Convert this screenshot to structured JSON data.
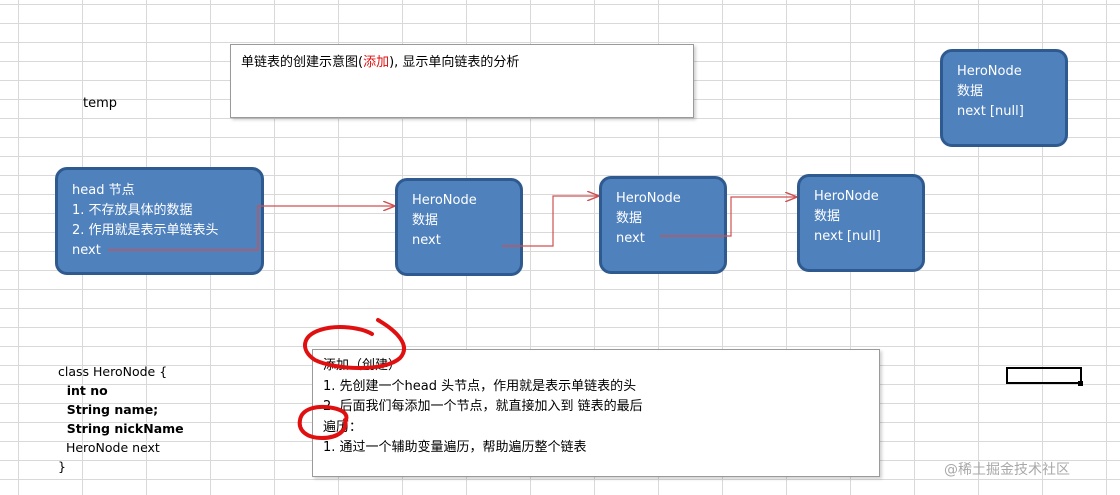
{
  "title_box": {
    "prefix": "单链表的创建示意图(",
    "highlight": "添加",
    "suffix": "), 显示单向链表的分析"
  },
  "temp_label": "temp",
  "head_node": {
    "line1": "head 节点",
    "line2": "1. 不存放具体的数据",
    "line3": "2. 作用就是表示单链表头",
    "line4": "next"
  },
  "nodes": [
    {
      "name": "HeroNode",
      "data": "数据",
      "next": "next"
    },
    {
      "name": "HeroNode",
      "data": "数据",
      "next": "next"
    },
    {
      "name": "HeroNode",
      "data": "数据",
      "next": "next [null]"
    }
  ],
  "standalone_node": {
    "name": "HeroNode",
    "data": "数据",
    "next": "next [null]"
  },
  "class_def": [
    "class HeroNode {",
    "  int no",
    "  String name;",
    "  String nickName",
    "  HeroNode next",
    "}"
  ],
  "notes": {
    "line1": "添加（创建）",
    "line2": "1. 先创建一个head 头节点，作用就是表示单链表的头",
    "line3": "2. 后面我们每添加一个节点，就直接加入到 链表的最后",
    "line4": "遍历：",
    "line5": "1.  通过一个辅助变量遍历，帮助遍历整个链表"
  },
  "watermark": "@稀土掘金技术社区",
  "colors": {
    "node_fill": "#4f81bd",
    "node_border": "#2f5a8f",
    "arrow": "#d05050",
    "annotation": "#e01010"
  }
}
